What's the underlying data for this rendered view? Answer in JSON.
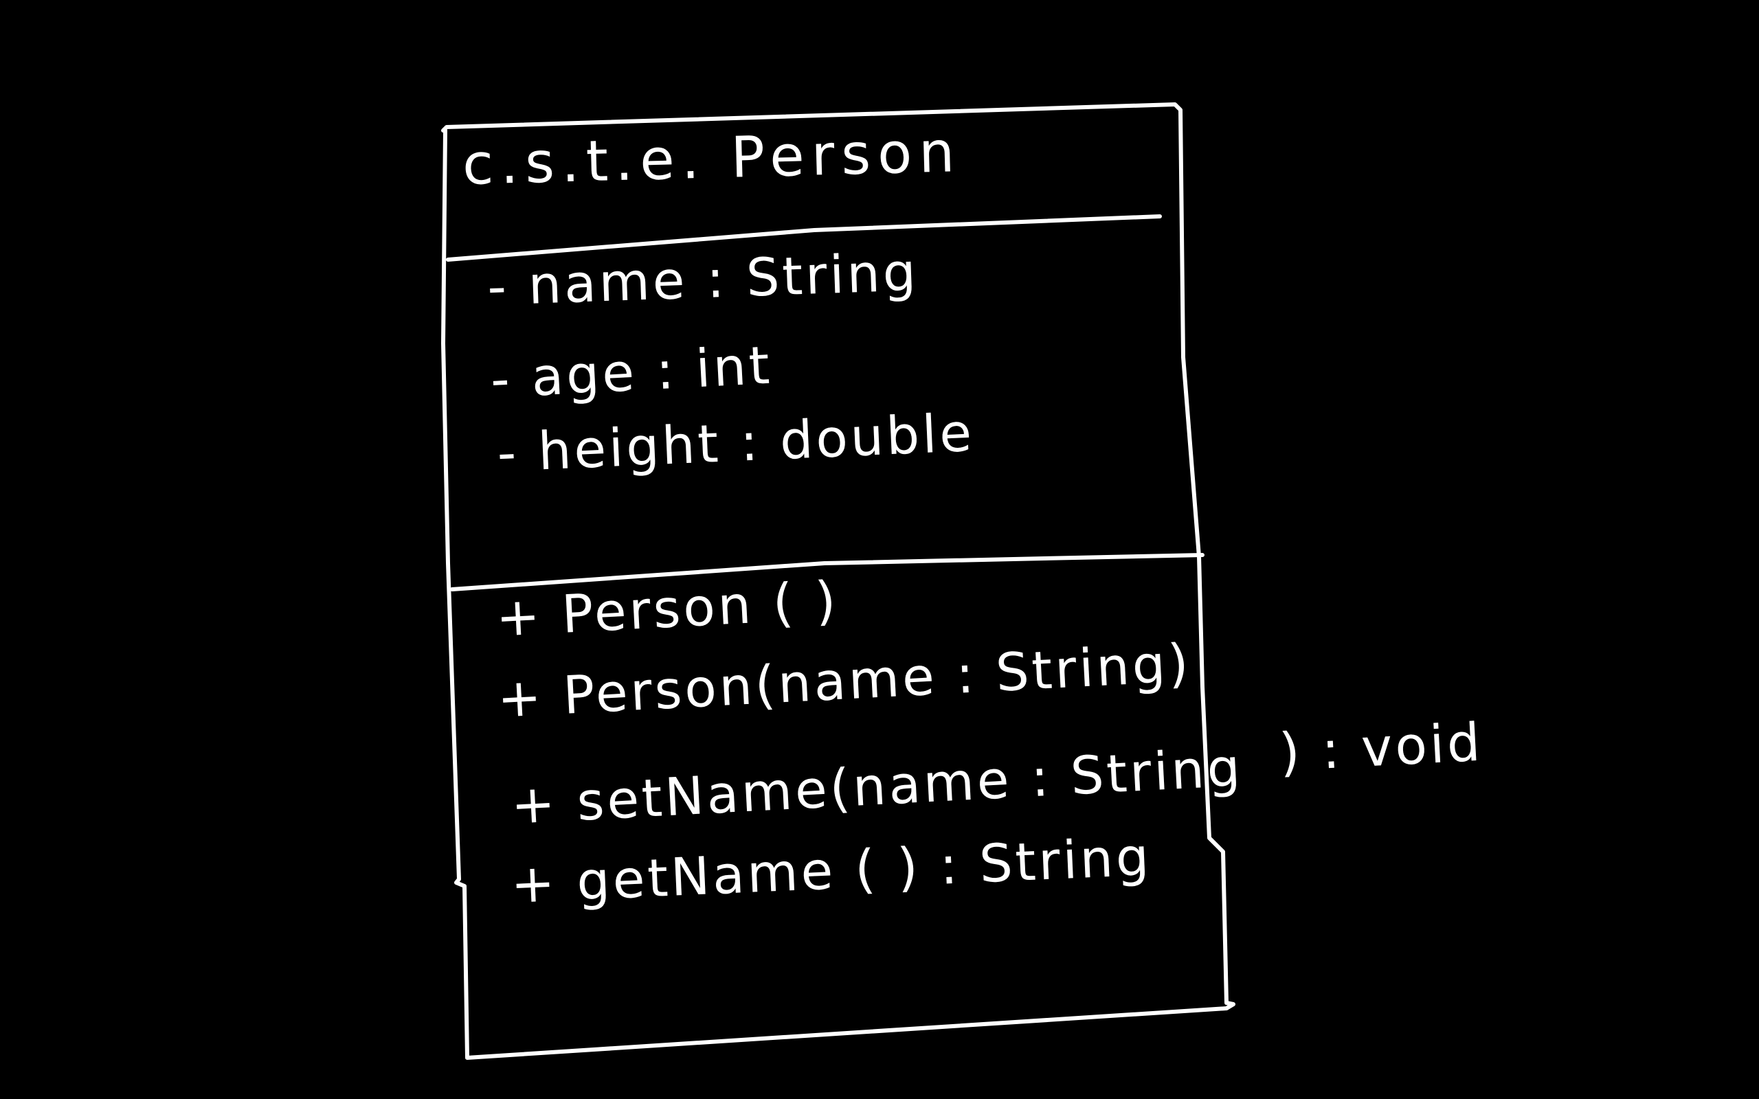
{
  "diagram": {
    "type": "uml-class",
    "title": "c.s.t.e. Person",
    "attributes": [
      "- name : String",
      "- age : int",
      "- height : double"
    ],
    "operations": [
      "+ Person ( )",
      "+ Person(name : String)",
      "+ setName(name : String",
      "+ getName ( ) : String"
    ],
    "return_annotation": ") : void"
  },
  "colors": {
    "background": "#000000",
    "ink": "#ffffff"
  }
}
